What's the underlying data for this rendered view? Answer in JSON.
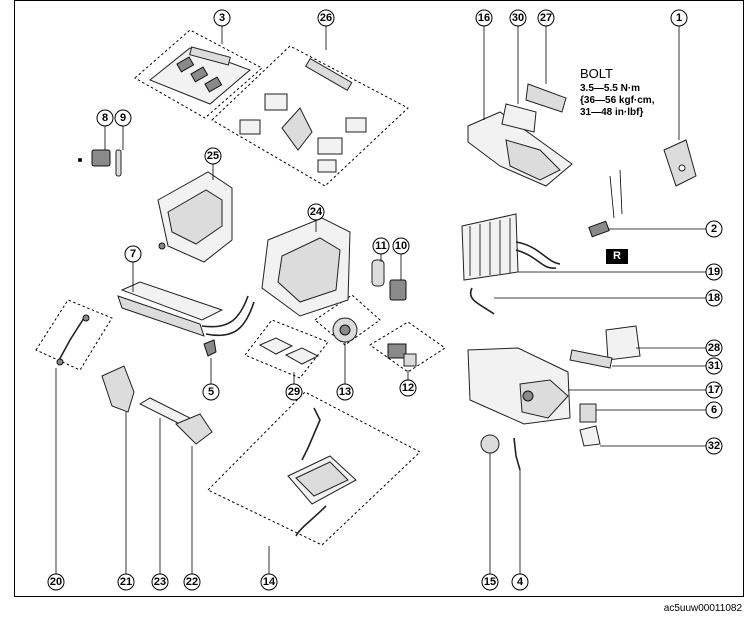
{
  "bolt_spec": {
    "title": "BOLT",
    "lines": [
      "3.5—5.5 N·m",
      "{36—56 kgf·cm,",
      "31—48 in·lbf}"
    ]
  },
  "badge": "R",
  "reference_code": "ac5uuw00011082",
  "callouts": {
    "c1": "1",
    "c2": "2",
    "c3": "3",
    "c4": "4",
    "c5": "5",
    "c6": "6",
    "c7": "7",
    "c8": "8",
    "c9": "9",
    "c10": "10",
    "c11": "11",
    "c12": "12",
    "c13": "13",
    "c14": "14",
    "c15": "15",
    "c16": "16",
    "c17": "17",
    "c18": "18",
    "c19": "19",
    "c20": "20",
    "c21": "21",
    "c22": "22",
    "c23": "23",
    "c24": "24",
    "c25": "25",
    "c26": "26",
    "c27": "27",
    "c28": "28",
    "c29": "29",
    "c30": "30",
    "c31": "31",
    "c32": "32"
  }
}
